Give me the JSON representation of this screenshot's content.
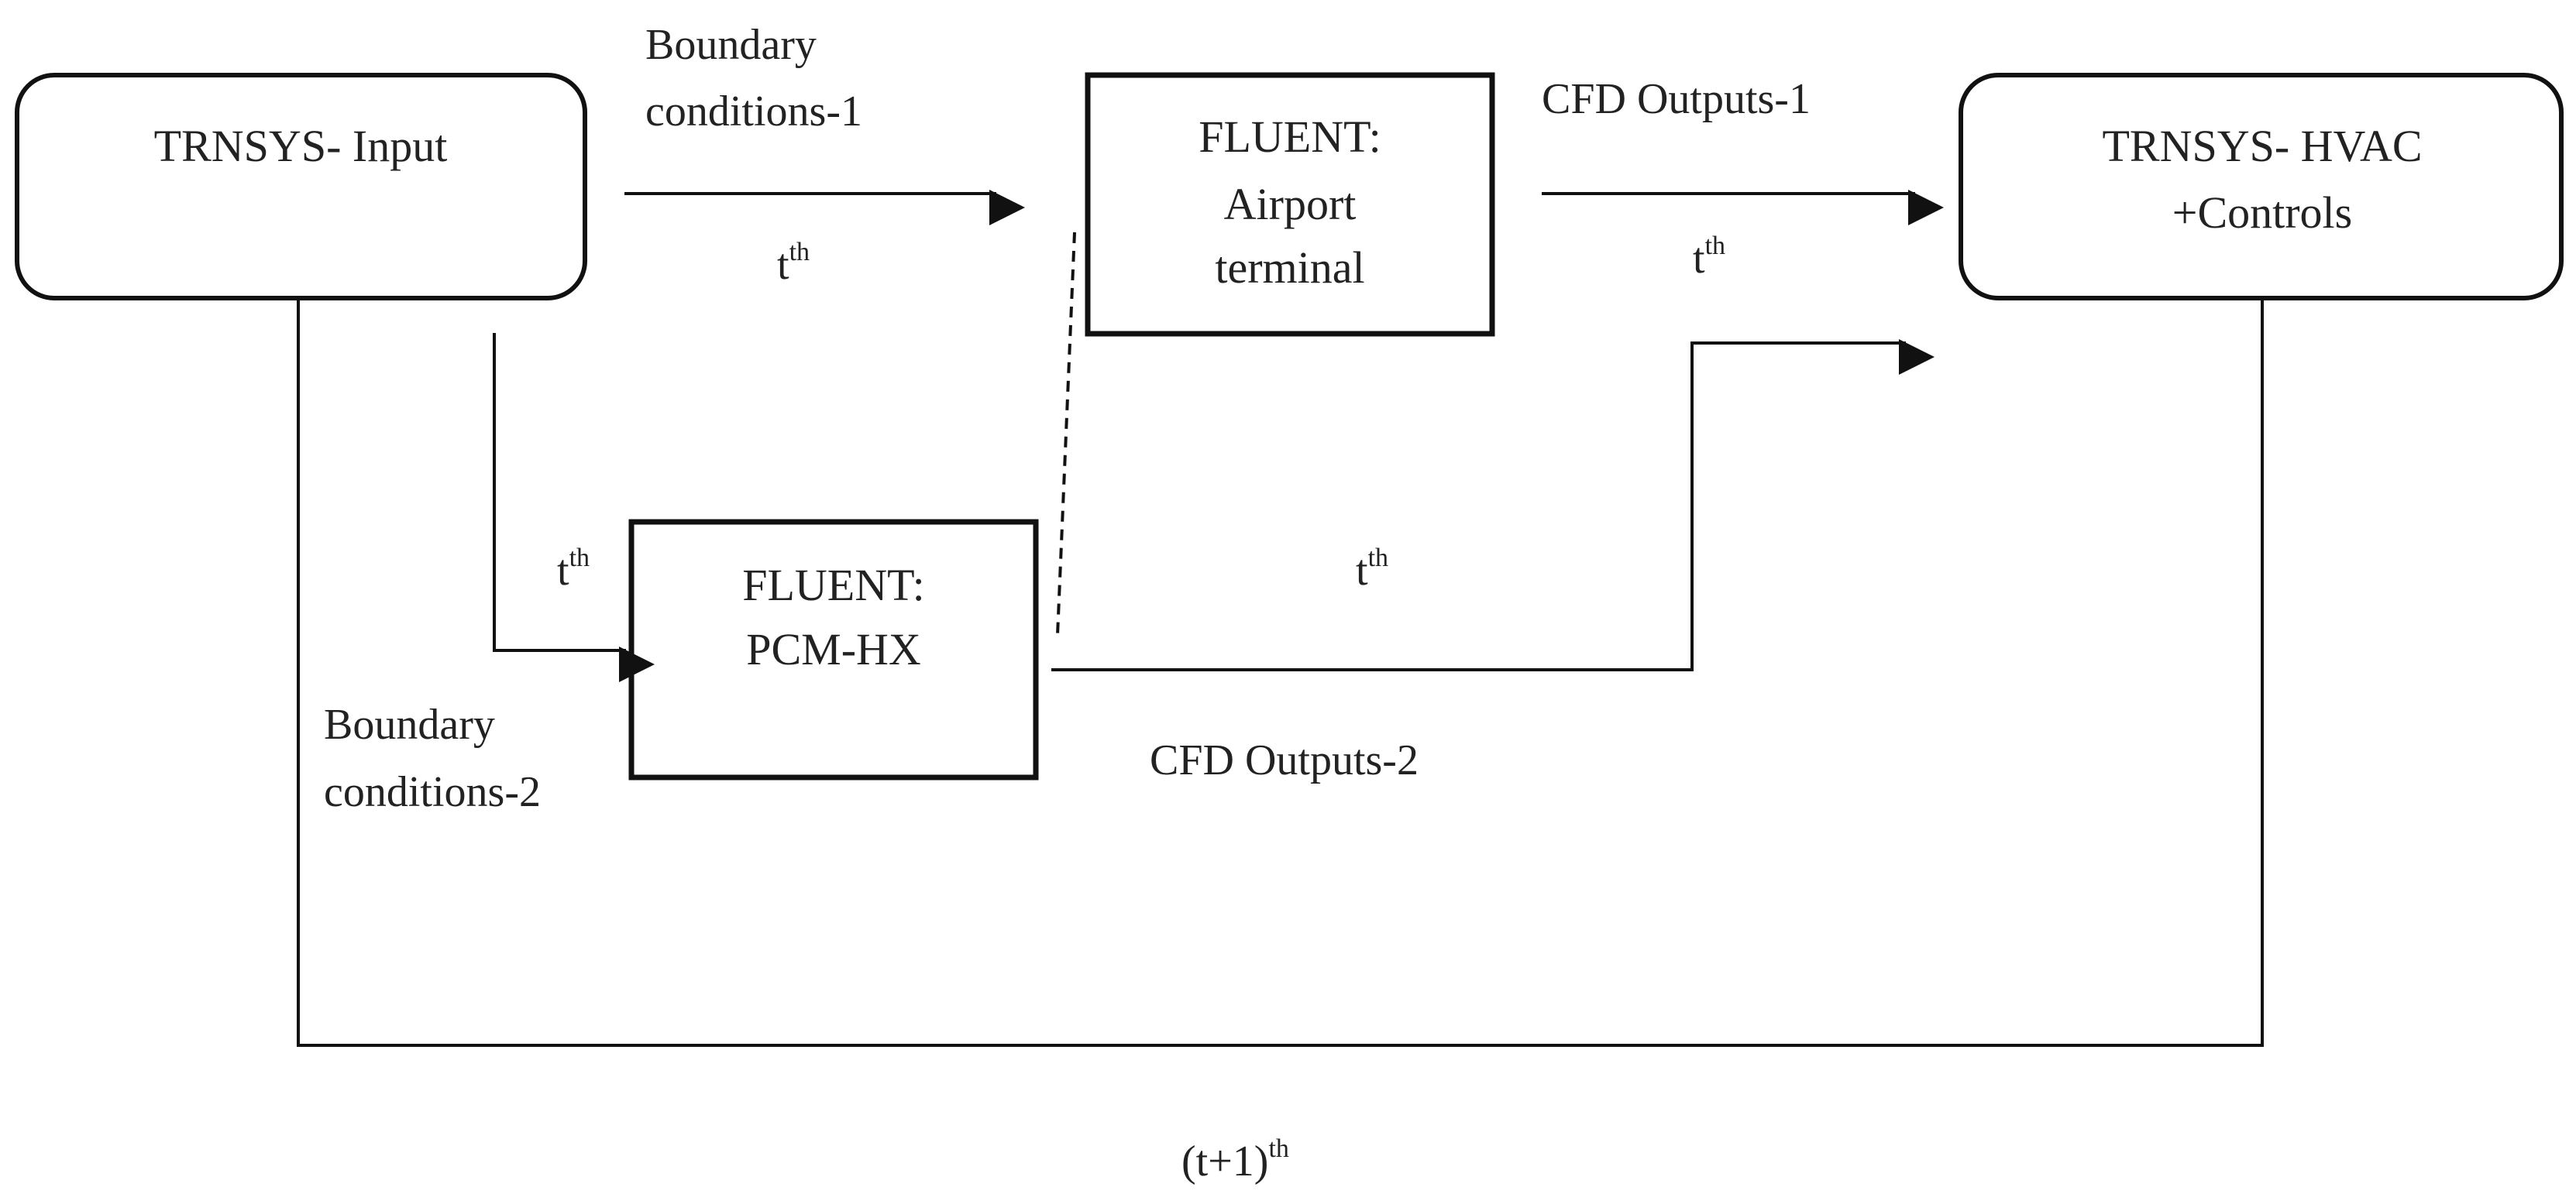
{
  "nodes": {
    "trnsys_input": {
      "line1": "TRNSYS- Input"
    },
    "fluent_airport": {
      "line1": "FLUENT:",
      "line2": "Airport",
      "line3": "terminal"
    },
    "fluent_pcm": {
      "line1": "FLUENT:",
      "line2": "PCM-HX"
    },
    "trnsys_hvac": {
      "line1": "TRNSYS- HVAC",
      "line2": "+Controls"
    }
  },
  "edges": {
    "bc1": {
      "line1": "Boundary",
      "line2": "conditions-1",
      "time": "t",
      "time_sup": "th"
    },
    "cfd1": {
      "label": "CFD Outputs-1",
      "time": "t",
      "time_sup": "th"
    },
    "bc2": {
      "line1": "Boundary",
      "line2": "conditions-2",
      "time": "t",
      "time_sup": "th"
    },
    "cfd2": {
      "label": "CFD Outputs-2",
      "time": "t",
      "time_sup": "th"
    },
    "feedback": {
      "time": "(t+1)",
      "time_sup": "th"
    }
  }
}
